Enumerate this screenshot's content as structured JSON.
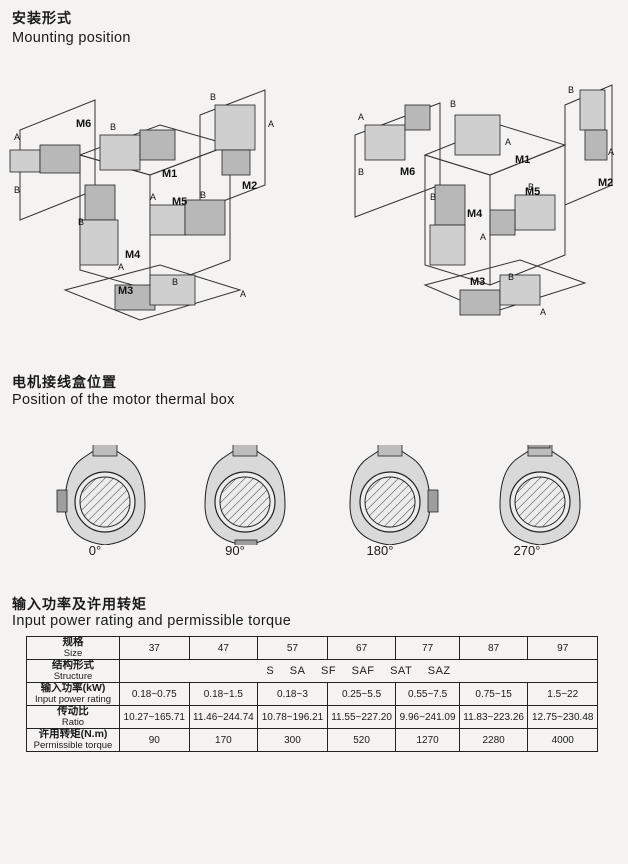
{
  "sections": {
    "mounting": {
      "title_zh": "安装形式",
      "title_en": "Mounting position"
    },
    "thermal": {
      "title_zh": "电机接线盒位置",
      "title_en": "Position of the motor thermal box"
    },
    "power": {
      "title_zh": "输入功率及许用转矩",
      "title_en": "Input power rating and permissible torque"
    }
  },
  "mounting_labels": {
    "positions": [
      "M1",
      "M2",
      "M3",
      "M4",
      "M5",
      "M6"
    ],
    "side_a": "A",
    "side_b": "B"
  },
  "thermal_angles": [
    "0°",
    "90°",
    "180°",
    "270°"
  ],
  "table": {
    "size": {
      "zh": "规格",
      "en": "Size",
      "values": [
        "37",
        "47",
        "57",
        "67",
        "77",
        "87",
        "97"
      ]
    },
    "structure": {
      "zh": "结构形式",
      "en": "Structure",
      "values": [
        "S",
        "SA",
        "SF",
        "SAF",
        "SAT",
        "SAZ"
      ]
    },
    "power": {
      "zh": "输入功率(kW)",
      "en": "Input power rating",
      "values": [
        "0.18~0.75",
        "0.18~1.5",
        "0.18~3",
        "0.25~5.5",
        "0.55~7.5",
        "0.75~15",
        "1.5~22"
      ]
    },
    "ratio": {
      "zh": "传动比",
      "en": "Ratio",
      "values": [
        "10.27~165.71",
        "11.46~244.74",
        "10.78~196.21",
        "11.55~227.20",
        "9.96~241.09",
        "11.83~223.26",
        "12.75~230.48"
      ]
    },
    "torque": {
      "zh": "许用转矩(N.m)",
      "en": "Permissible torque",
      "values": [
        "90",
        "170",
        "300",
        "520",
        "1270",
        "2280",
        "4000"
      ]
    }
  }
}
